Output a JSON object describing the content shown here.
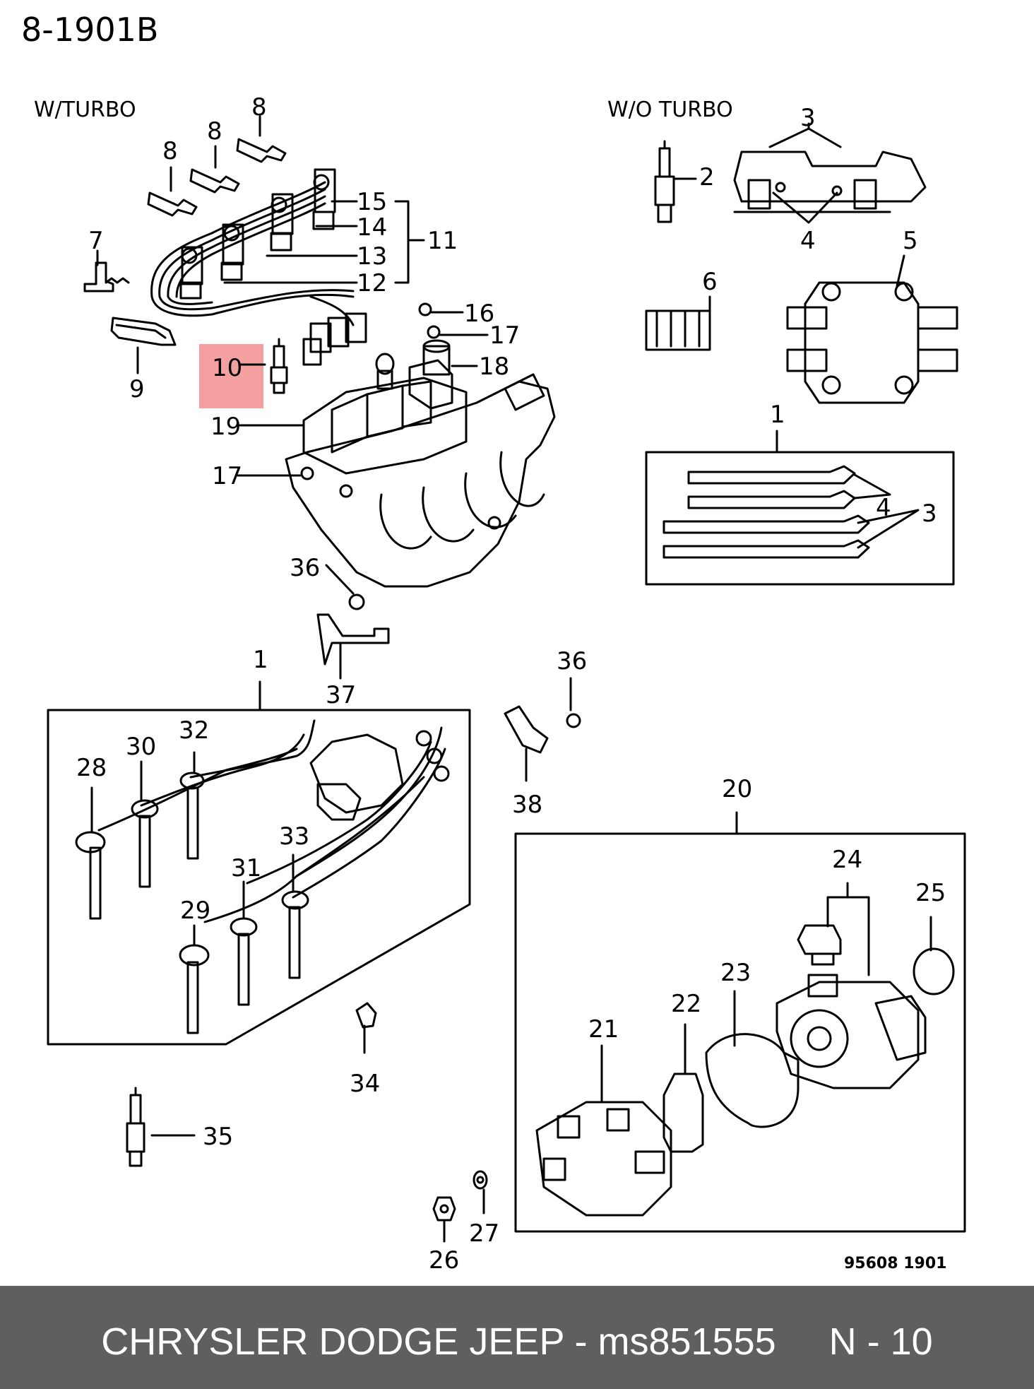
{
  "diagram_code": "8-1901B",
  "section_labels": {
    "turbo": "W/TURBO",
    "no_turbo": "W/O TURBO"
  },
  "highlight": {
    "label": "10",
    "color": "#f4a0a0"
  },
  "callouts": {
    "c1a": "1",
    "c1b": "1",
    "c2": "2",
    "c3a": "3",
    "c3b": "3",
    "c4a": "4",
    "c4b": "4",
    "c5": "5",
    "c6": "6",
    "c7": "7",
    "c8a": "8",
    "c8b": "8",
    "c8c": "8",
    "c9": "9",
    "c11": "11",
    "c12": "12",
    "c13": "13",
    "c14": "14",
    "c15": "15",
    "c16": "16",
    "c17a": "17",
    "c17b": "17",
    "c18": "18",
    "c19": "19",
    "c20": "20",
    "c21": "21",
    "c22": "22",
    "c23": "23",
    "c24": "24",
    "c25": "25",
    "c26": "26",
    "c27": "27",
    "c28": "28",
    "c29": "29",
    "c30": "30",
    "c31": "31",
    "c32": "32",
    "c33": "33",
    "c34": "34",
    "c35": "35",
    "c36a": "36",
    "c36b": "36",
    "c37": "37",
    "c38": "38"
  },
  "stamp": "95608  1901",
  "footer": {
    "text": "CHRYSLER DODGE JEEP - ms851555     N - 10",
    "background": "#5f5f5f"
  }
}
